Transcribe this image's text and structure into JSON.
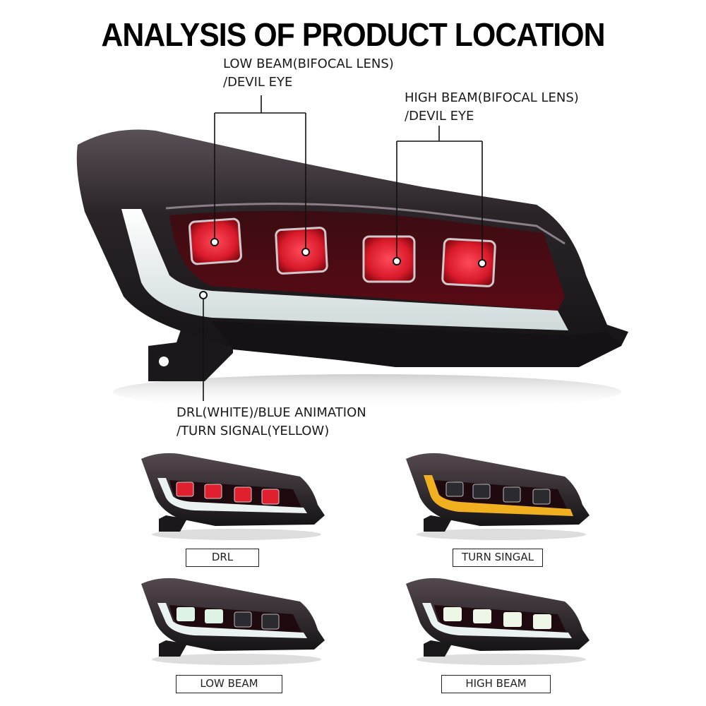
{
  "title": "ANALYSIS OF PRODUCT LOCATION",
  "callouts": {
    "low_beam": {
      "line1": "LOW BEAM(BIFOCAL LENS)",
      "line2": "/DEVIL EYE"
    },
    "high_beam": {
      "line1": "HIGH BEAM(BIFOCAL LENS)",
      "line2": "/DEVIL EYE"
    },
    "drl": {
      "line1": "DRL(WHITE)/BLUE ANIMATION",
      "line2": "/TURN SIGNAL(YELLOW)"
    }
  },
  "variants": [
    {
      "label": "DRL",
      "lens_color": "#e0202e",
      "strip_color": "#e8f0f0"
    },
    {
      "label": "TURN SINGAL",
      "lens_color": "#2a2a30",
      "strip_color": "#f0b020"
    },
    {
      "label": "LOW BEAM",
      "lens_color": "#dff2e6",
      "strip_color": "#e8f0f0"
    },
    {
      "label": "HIGH BEAM",
      "lens_color": "#eef6e8",
      "strip_color": "#e8f0f0"
    }
  ],
  "colors": {
    "housing": "#1c1a1e",
    "red_lens": "#e0202e",
    "drl_white": "#eef4f4",
    "turn_yellow": "#f0b020"
  }
}
